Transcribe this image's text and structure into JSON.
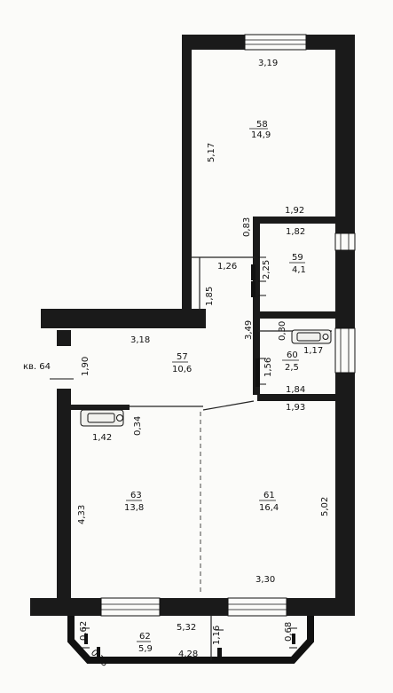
{
  "plan": {
    "apartment_label": "кв. 64",
    "rooms": {
      "r58": {
        "number": "58",
        "area": "14,9"
      },
      "r59": {
        "number": "59",
        "area": "4,1"
      },
      "r60": {
        "number": "60",
        "area": "2,5"
      },
      "r57": {
        "number": "57",
        "area": "10,6"
      },
      "r63": {
        "number": "63",
        "area": "13,8"
      },
      "r61": {
        "number": "61",
        "area": "16,4"
      },
      "r62": {
        "number": "62",
        "area": "5,9"
      }
    },
    "dimensions": {
      "d_319": "3,19",
      "d_517": "5,17",
      "d_192": "1,92",
      "d_083": "0,83",
      "d_182": "1,82",
      "d_126": "1,26",
      "d_225": "2,25",
      "d_185": "1,85",
      "d_318": "3,18",
      "d_349": "3,49",
      "d_030": "0,30",
      "d_117": "1,17",
      "d_190": "1,90",
      "d_156": "1,56",
      "d_184": "1,84",
      "d_193": "1,93",
      "d_142": "1,42",
      "d_034": "0,34",
      "d_433": "4,33",
      "d_502": "5,02",
      "d_330": "3,30",
      "d_532": "5,32",
      "d_116": "1,16",
      "d_062": "0,62",
      "d_075": "0,75",
      "d_428": "4,28",
      "d_068": "0,68"
    }
  }
}
